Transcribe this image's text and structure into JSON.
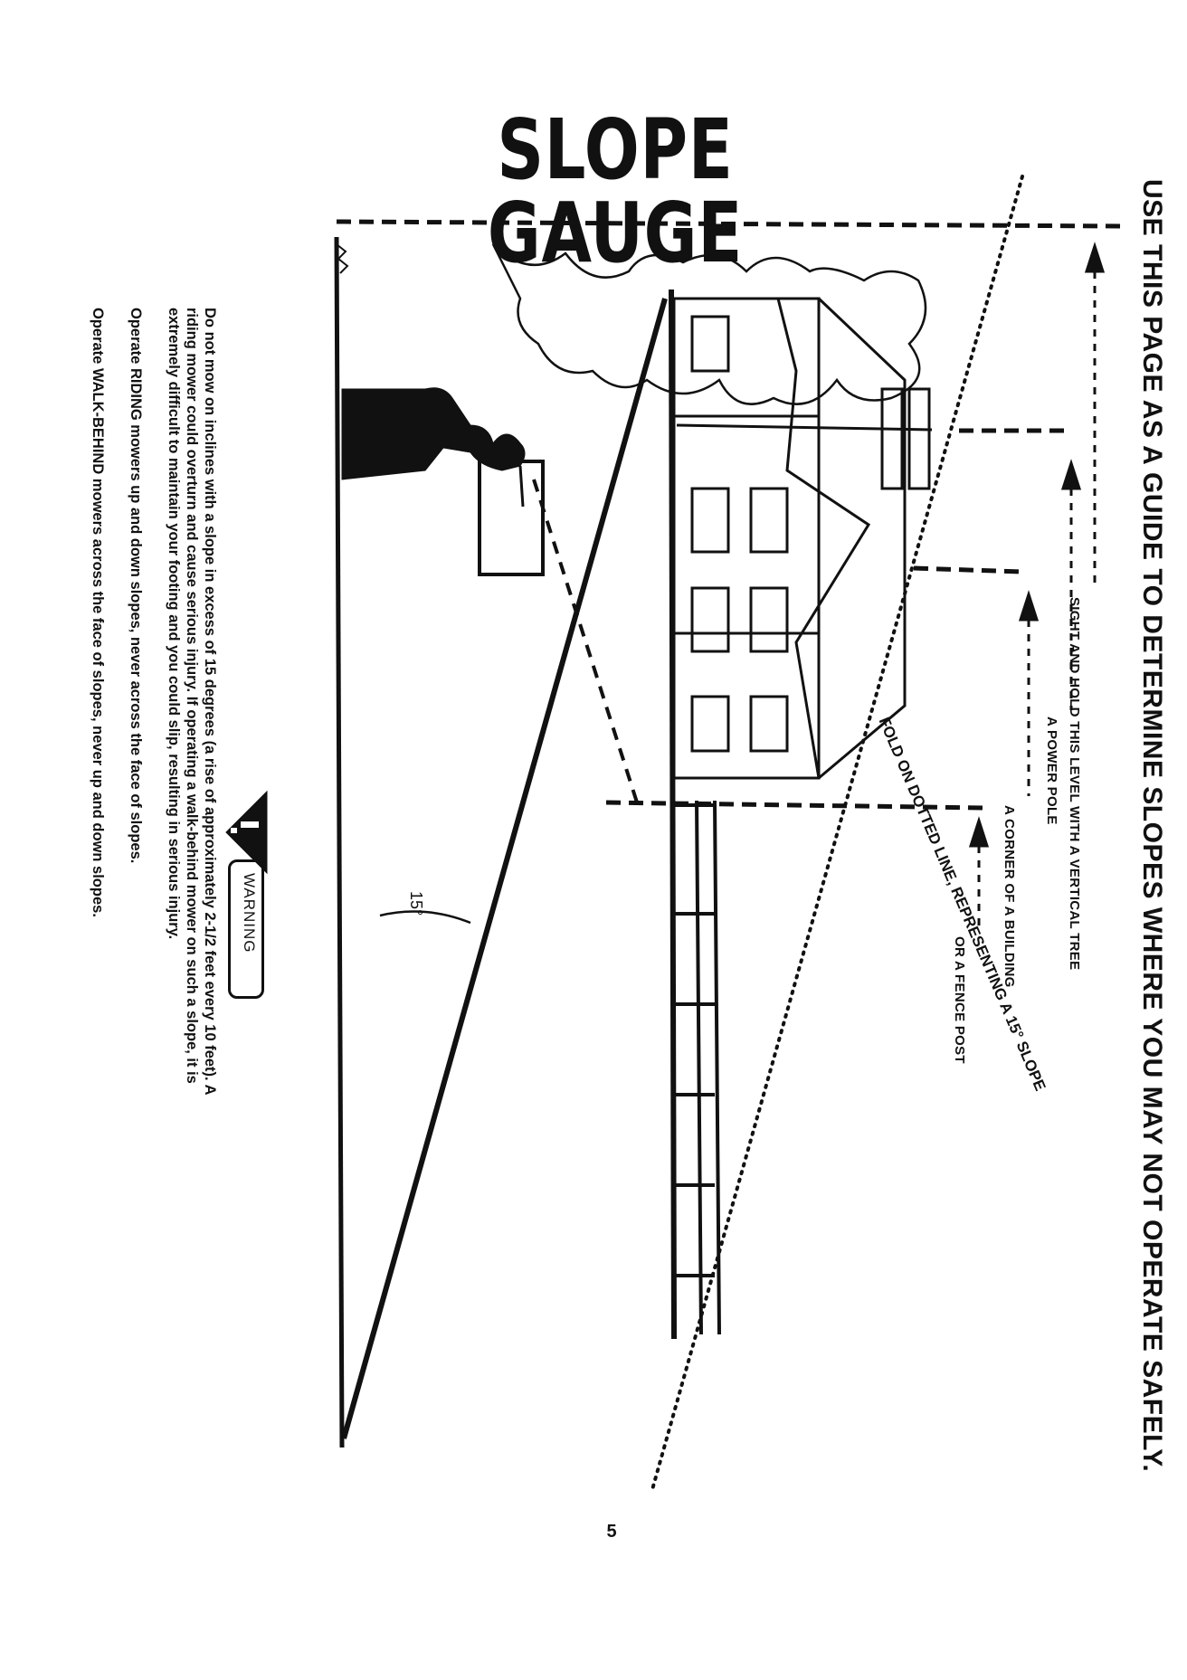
{
  "title": "SLOPE GAUGE",
  "headline": "USE THIS PAGE AS A GUIDE TO DETERMINE SLOPES WHERE YOU MAY NOT OPERATE SAFELY.",
  "sight_labels": {
    "tree": "SIGHT AND HOLD THIS LEVEL WITH A VERTICAL TREE",
    "pole": "A POWER POLE",
    "building": "A CORNER OF A BUILDING",
    "fence": "OR A FENCE POST"
  },
  "fold_line": "FOLD ON DOTTED LINE, REPRESENTING A 15° SLOPE",
  "angle_label": "15°",
  "warning": {
    "label": "WARNING",
    "lines": [
      "Do not mow on inclines with a slope in excess of 15 degrees (a rise of approximately 2-1/2 feet every 10 feet). A",
      "riding mower could overturn and cause serious injury. If operating a walk-behind mower on such a slope, it is",
      "extremely difficult to maintain your footing and you could slip, resulting in serious injury."
    ],
    "riding": "Operate RIDING mowers up and down slopes, never across the face of slopes.",
    "walk_behind": "Operate WALK-BEHIND mowers across the face of slopes, never up and down slopes."
  },
  "page_number": "5",
  "colors": {
    "ink": "#111111",
    "paper": "#ffffff"
  }
}
